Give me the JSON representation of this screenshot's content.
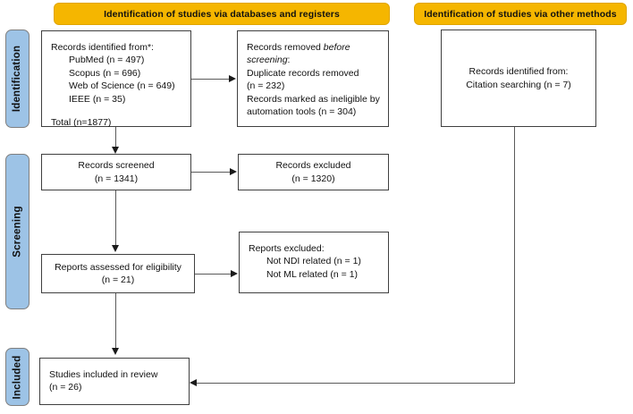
{
  "diagram": {
    "type": "prisma-flow-diagram",
    "colors": {
      "header_orange": "#F5B600",
      "stage_blue": "#9DC3E6",
      "box_border": "#404040",
      "connector": "#5A5A5A"
    }
  },
  "headers": {
    "databases": "Identification of studies via databases and registers",
    "other_methods": "Identification of studies via other methods"
  },
  "stages": {
    "identification": "Identification",
    "screening": "Screening",
    "included": "Included"
  },
  "boxes": {
    "records_identified": {
      "title": "Records identified from*:",
      "sources": [
        "PubMed (n = 497)",
        "Scopus (n = 696)",
        "Web of Science (n = 649)",
        "IEEE (n = 35)"
      ],
      "total": "Total (n=1877)"
    },
    "records_removed": {
      "line1a": "Records removed ",
      "line1b": "before",
      "line2a": "screening",
      "line2b": ":",
      "line3": "Duplicate records removed",
      "line4": "(n = 232)",
      "line5": "Records marked as ineligible by",
      "line6": "automation tools (n = 304)"
    },
    "citation_searching": {
      "line1": "Records identified from:",
      "line2": "Citation searching (n = 7)"
    },
    "records_screened": {
      "line1": "Records screened",
      "line2": "(n = 1341)"
    },
    "records_excluded": {
      "line1": "Records excluded",
      "line2": "(n = 1320)"
    },
    "reports_assessed": {
      "line1": "Reports assessed for eligibility",
      "line2": "(n = 21)"
    },
    "reports_excluded": {
      "title": "Reports excluded:",
      "reasons": [
        "Not NDI related (n = 1)",
        "Not ML related (n = 1)"
      ]
    },
    "studies_included": {
      "line1": "Studies included in review",
      "line2": "(n = 26)"
    }
  }
}
